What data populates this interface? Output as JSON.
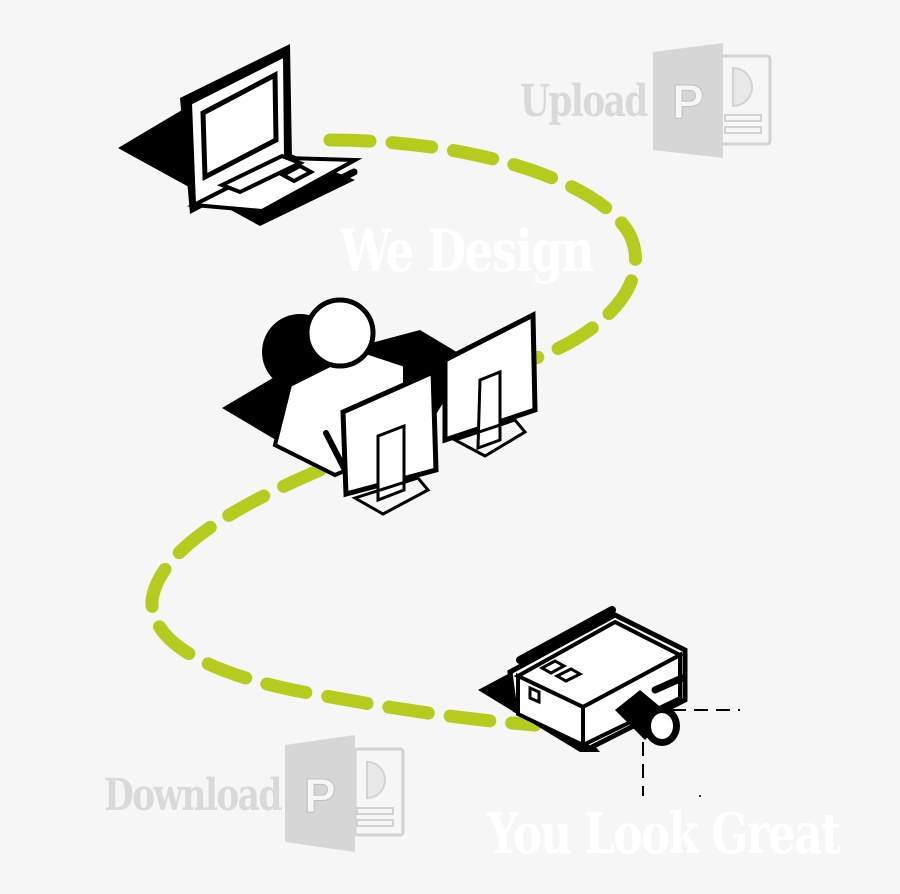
{
  "diagram": {
    "steps": [
      {
        "id": "upload",
        "label": "Upload",
        "icon": "powerpoint-file-icon"
      },
      {
        "id": "design",
        "label": "We Design",
        "icon": "designer-workstation-icon"
      },
      {
        "id": "download",
        "label": "Download",
        "icon": "powerpoint-file-icon"
      },
      {
        "id": "present",
        "label": "You Look Great",
        "icon": "projector-icon"
      }
    ],
    "illustrations": {
      "laptop": "laptop-icon",
      "workstation": "designer-at-dual-monitors-icon",
      "projector": "projector-icon",
      "file_upload": "powerpoint-file-icon",
      "file_download": "powerpoint-file-icon"
    },
    "ppt_letter": "P",
    "colors": {
      "background": "#f6f6f6",
      "path": "#b5cc1f",
      "ink": "#000000",
      "muted_label": "#d9d9d9",
      "ppt_icon": "#d6d6d6",
      "highlight_label": "#ffffff"
    }
  }
}
